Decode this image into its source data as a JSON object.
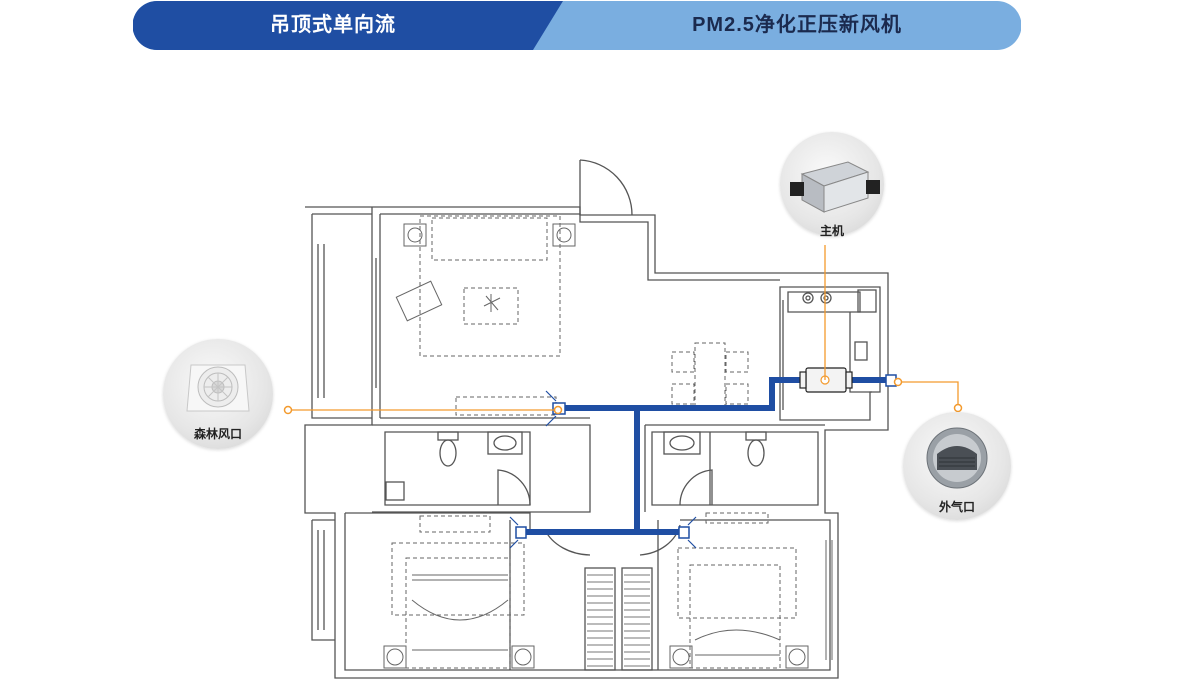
{
  "header": {
    "left_title": "吊顶式单向流",
    "right_title": "PM2.5净化正压新风机",
    "left_color": "#1f4ea3",
    "right_color": "#7aaee0"
  },
  "callouts": {
    "main_unit": "主机",
    "forest_vent": "森林风口",
    "outdoor_vent": "外气口"
  },
  "colors": {
    "duct": "#1f4ea3",
    "leader": "#f39a2d",
    "wall": "#555555"
  }
}
